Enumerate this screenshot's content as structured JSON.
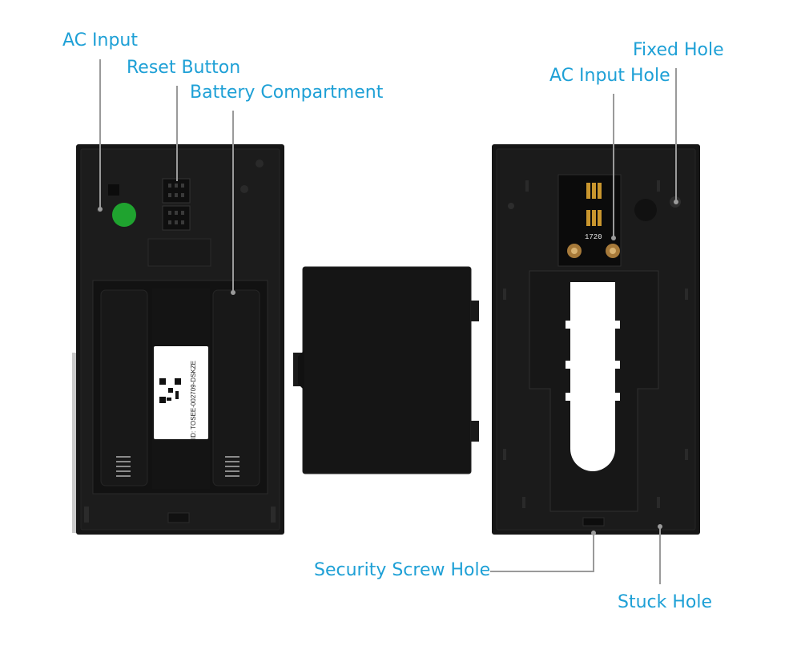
{
  "labels": {
    "ac_input": "AC Input",
    "reset_button": "Reset Button",
    "battery_compartment": "Battery Compartment",
    "fixed_hole": "Fixed Hole",
    "ac_input_hole": "AC Input Hole",
    "security_screw_hole": "Security Screw Hole",
    "stuck_hole": "Stuck Hole"
  },
  "device": {
    "sticker_id": "ID: TOSEE-002709-DSKZE",
    "pcb_code": "1720"
  },
  "colors": {
    "label": "#1ea0d6",
    "leader_line": "#9a9a9a",
    "device_body": "#141414",
    "indicator": "#1fa32f"
  }
}
